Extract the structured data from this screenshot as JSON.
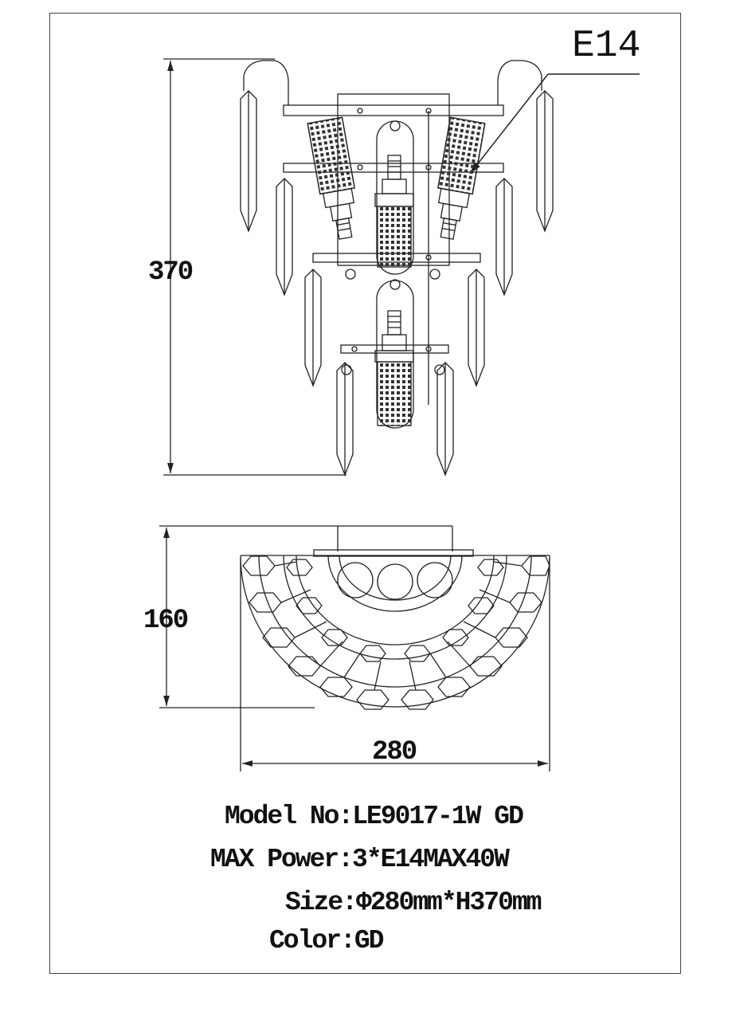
{
  "socket_label": "E14",
  "dimensions": {
    "height": "370",
    "depth": "160",
    "width": "280"
  },
  "specs": {
    "model_key": "Model No:",
    "model_val": "LE9017-1W GD",
    "power_key": "MAX Power:",
    "power_val": "3*E14MAX40W",
    "size_key": "Size:",
    "size_val": "Φ280mm*H370mm",
    "color_key": "Color:",
    "color_val": "GD"
  },
  "colors": {
    "line": "#222222",
    "frame": "#444444",
    "background": "#ffffff"
  }
}
